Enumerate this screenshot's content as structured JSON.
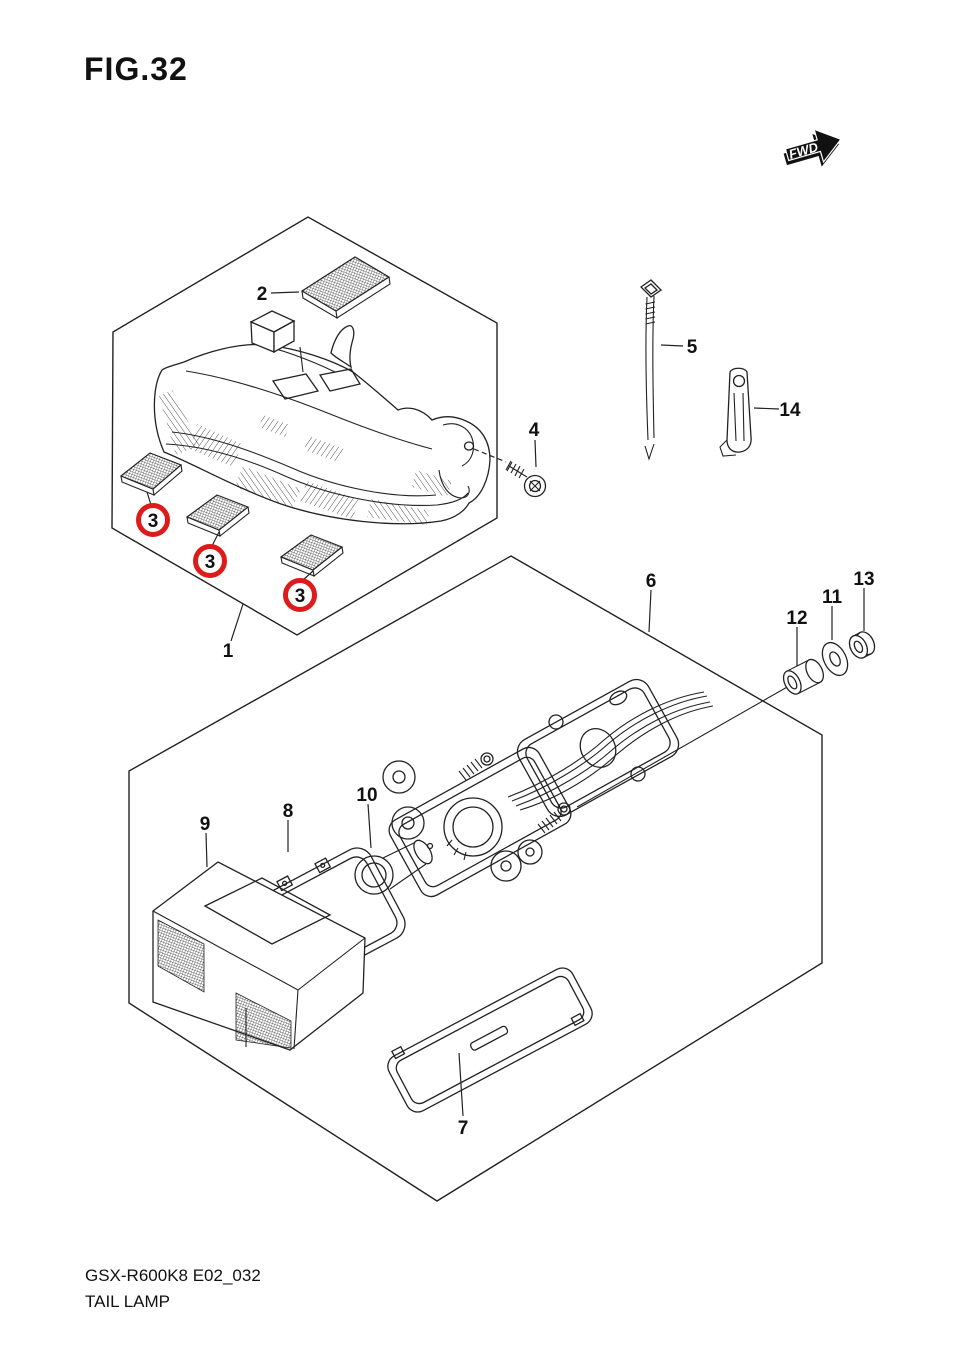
{
  "figure_title": "FIG.32",
  "fwd_indicator": "FWD",
  "part_labels": {
    "1": "1",
    "2": "2",
    "3": "3",
    "4": "4",
    "5": "5",
    "6": "6",
    "7": "7",
    "8": "8",
    "9": "9",
    "10": "10",
    "11": "11",
    "12": "12",
    "13": "13",
    "14": "14"
  },
  "footer": {
    "model_code": "GSX-R600K8 E02_032",
    "figure_name": "TAIL LAMP"
  },
  "highlight": {
    "color": "#dd1b1b"
  }
}
